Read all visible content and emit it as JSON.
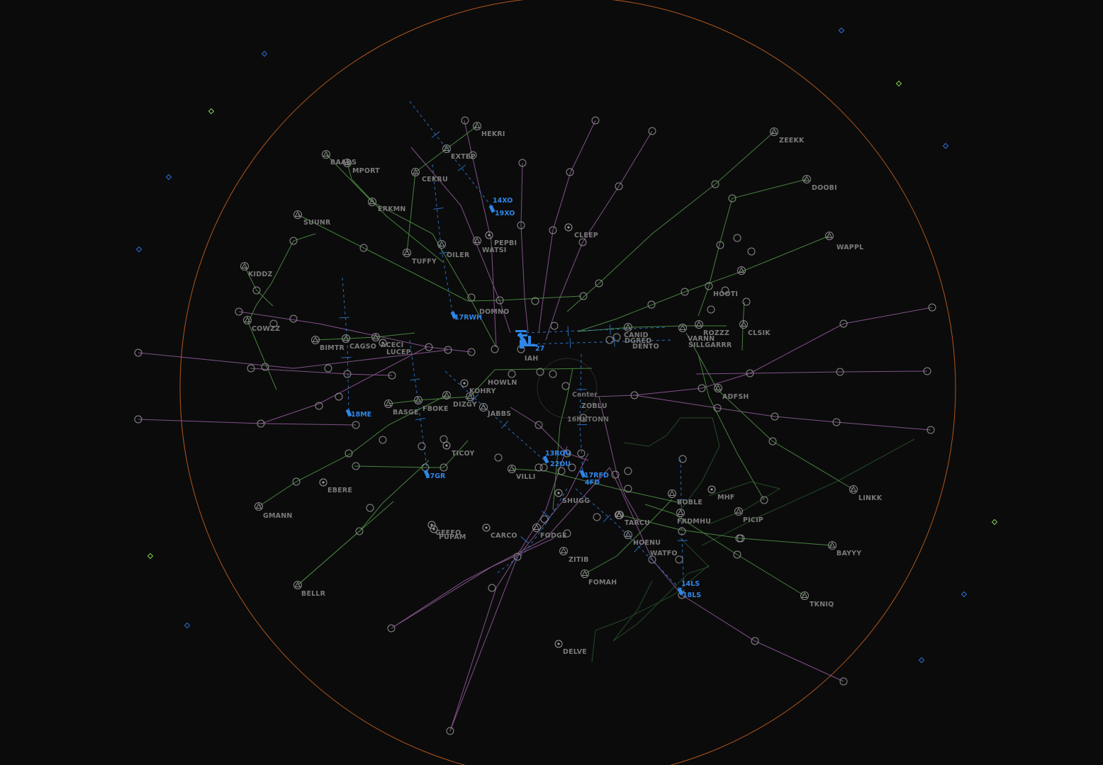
{
  "scope": {
    "center_label": "Center",
    "airport_label": "IAH"
  },
  "colors": {
    "background": "#0b0b0c",
    "range_ring": "#b0561a",
    "star_route": "#8f5a95",
    "sid_route": "#4f8f43",
    "approach": "#2f86e6",
    "fix": "#8a8a8a",
    "label": "#7a7a7a",
    "edge_marker_blue": "#2f6fd6",
    "edge_marker_green": "#7fcf4f",
    "airspace": "#244a24"
  },
  "fix_labels": [
    "HEKRI",
    "EXTEP",
    "BAABS",
    "MPORT",
    "CEKRU",
    "14XO",
    "19XO",
    "ERKMN",
    "SUUNR",
    "PEPBI",
    "WATSI",
    "CLEEP",
    "OILER",
    "TUFFY",
    "KIDDZ",
    "DOMNO",
    "17RWH",
    "COWZZ",
    "BIMTR",
    "CAGSO",
    "ACECI",
    "LUCEP",
    "HOWLN",
    "KOHRY",
    "DIZGY",
    "JABBS",
    "BASGE",
    "FBOKE",
    "18ME",
    "Center",
    "ZOBLU",
    "16NKTONN",
    "TICOY",
    "13ROU",
    "22OU",
    "17RFD",
    "4FD",
    "VILLI",
    "EBERE",
    "GMANN",
    "SHUGG",
    "BOBLE",
    "MHF",
    "TARCU",
    "FRDMHU",
    "PICIP",
    "GEEFO",
    "PUPAM",
    "CARCO",
    "FODGE",
    "ZITIB",
    "WATFO",
    "HOENU",
    "FOMAH",
    "14LS",
    "18LS",
    "BELLR",
    "DELVE",
    "ZEEKK",
    "DOOBI",
    "WAPPL",
    "HOOTI",
    "CLSIK",
    "ROZZZ",
    "VARNN",
    "SILLGARRR",
    "DENTO",
    "ADFSH",
    "LINKK",
    "BAYYY",
    "TKNIQ",
    "17GR",
    "CANID",
    "DGRED",
    "IAH",
    "27"
  ]
}
